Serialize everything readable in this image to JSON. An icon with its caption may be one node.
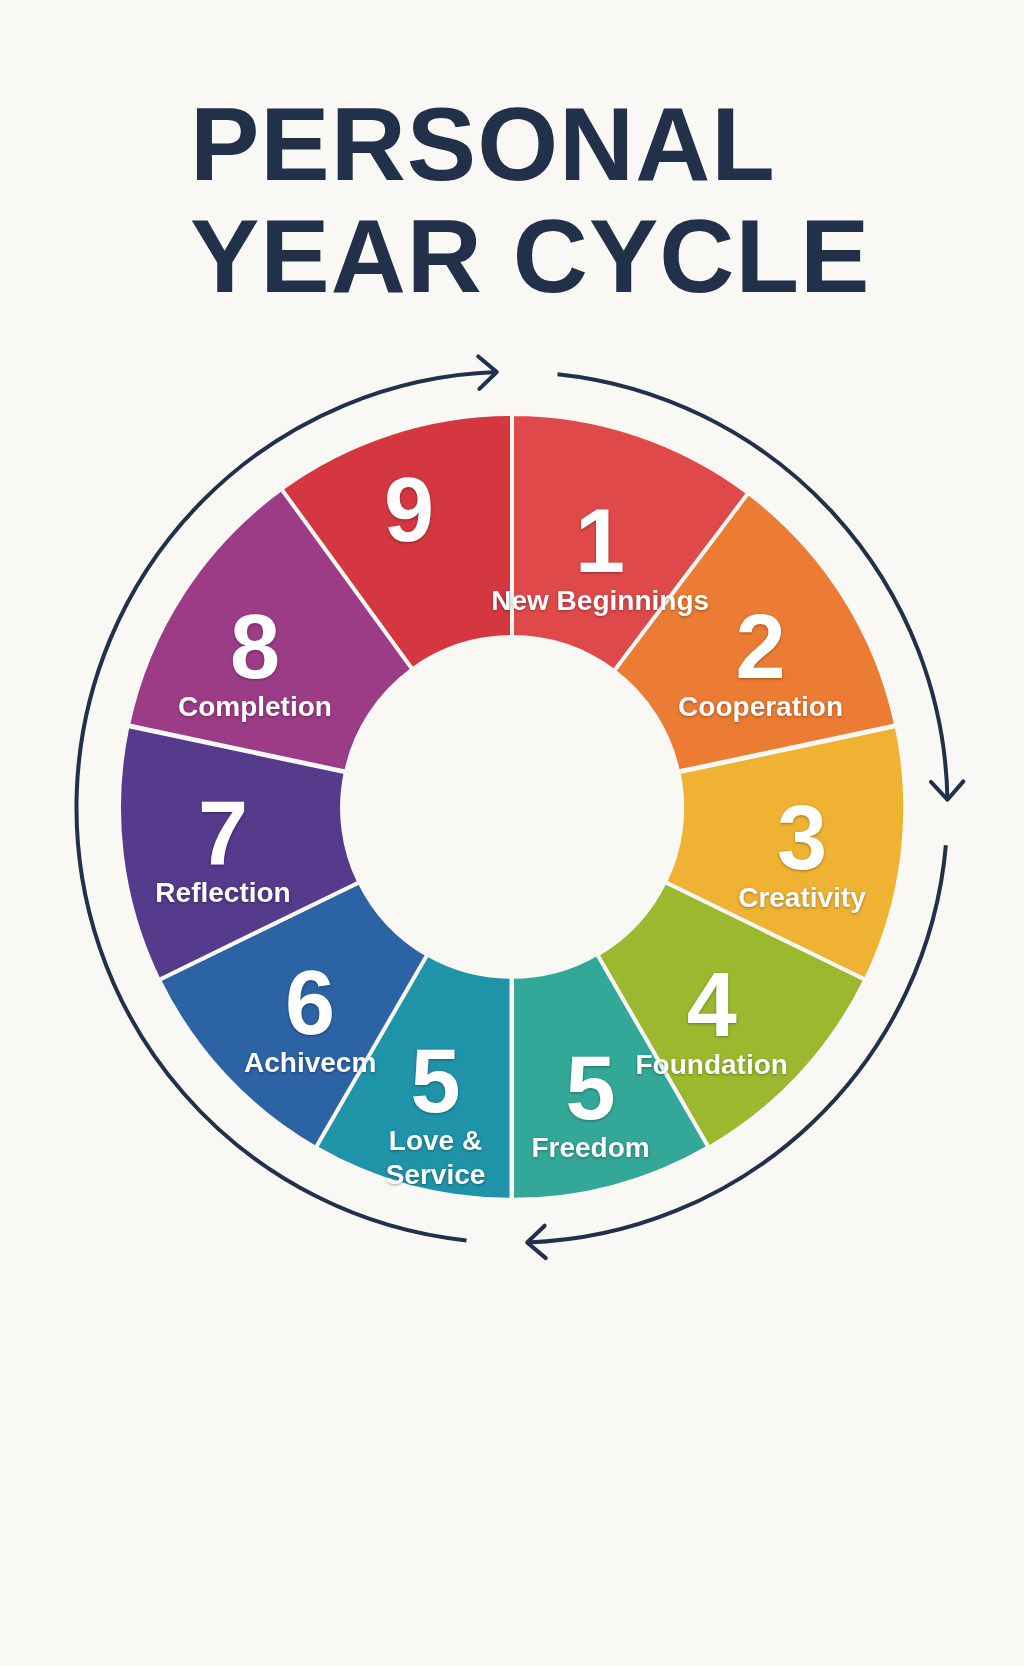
{
  "diagram": {
    "title": "PERSONAL YEAR CYCLE",
    "nodes": [
      {
        "text": [
          "9"
        ]
      },
      {
        "text": [
          "1",
          "New Beginnings"
        ]
      },
      {
        "text": [
          "2",
          "Cooperation"
        ]
      },
      {
        "text": [
          "3",
          "Creativity"
        ]
      },
      {
        "text": [
          "4",
          "Foundation"
        ]
      },
      {
        "text": [
          "5",
          "Freedom"
        ]
      },
      {
        "text": [
          "5",
          "Love & Service"
        ]
      },
      {
        "text": [
          "6",
          "Achivecm"
        ]
      },
      {
        "text": [
          "7",
          "Reflection"
        ]
      },
      {
        "text": [
          "8",
          "Completion"
        ]
      }
    ]
  }
}
